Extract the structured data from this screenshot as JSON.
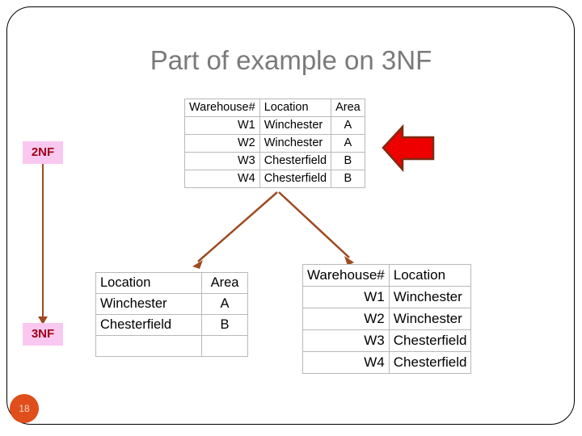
{
  "slide": {
    "title": "Part of example on 3NF",
    "page_number": "18",
    "title_color": "#7a7a7a",
    "badge_color": "#df4e1b",
    "arrow_color": "#9e4a21",
    "red_arrow_color": "#ee0000",
    "nf_label_bg": "#f9c8f0",
    "nf_label_color": "#a00018"
  },
  "labels": {
    "nf2": "2NF",
    "nf3": "3NF"
  },
  "tables": {
    "top": {
      "name": "warehouse-2nf-table",
      "headers": [
        "Warehouse#",
        "Location",
        "Area"
      ],
      "rows": [
        [
          "W1",
          "Winchester",
          "A"
        ],
        [
          "W2",
          "Winchester",
          "A"
        ],
        [
          "W3",
          "Chesterfield",
          "B"
        ],
        [
          "W4",
          "Chesterfield",
          "B"
        ]
      ]
    },
    "left": {
      "name": "location-area-table",
      "headers": [
        "Location",
        "Area"
      ],
      "rows": [
        [
          "Winchester",
          "A"
        ],
        [
          "Chesterfield",
          "B"
        ],
        [
          "",
          ""
        ]
      ]
    },
    "right": {
      "name": "warehouse-location-table",
      "headers": [
        "Warehouse#",
        "Location"
      ],
      "rows": [
        [
          "W1",
          "Winchester"
        ],
        [
          "W2",
          "Winchester"
        ],
        [
          "W3",
          "Chesterfield"
        ],
        [
          "W4",
          "Chesterfield"
        ]
      ]
    }
  },
  "icons": {
    "red_block_arrow": "arrow-left-icon",
    "branch_left": "branch-arrow-left-icon",
    "branch_right": "branch-arrow-right-icon",
    "nf_connector": "arrow-down-icon"
  }
}
